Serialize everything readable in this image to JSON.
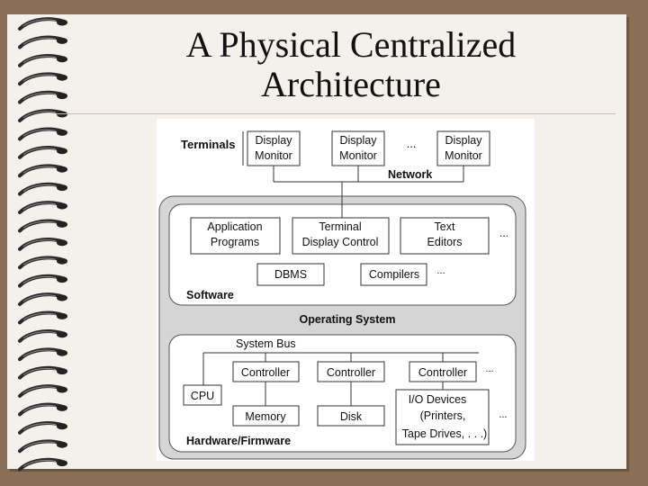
{
  "slide": {
    "title_line1": "A Physical Centralized",
    "title_line2": "Architecture"
  },
  "diagram": {
    "terminals_label": "Terminals",
    "terminals": [
      {
        "line1": "Display",
        "line2": "Monitor"
      },
      {
        "line1": "Display",
        "line2": "Monitor"
      },
      {
        "line1": "Display",
        "line2": "Monitor"
      }
    ],
    "ellipsis": "...",
    "network_label": "Network",
    "software": {
      "label": "Software",
      "top_boxes": [
        {
          "line1": "Application",
          "line2": "Programs"
        },
        {
          "line1": "Terminal",
          "line2": "Display Control"
        },
        {
          "line1": "Text",
          "line2": "Editors"
        }
      ],
      "bottom_boxes": [
        {
          "label": "DBMS"
        },
        {
          "label": "Compilers"
        }
      ]
    },
    "os_label": "Operating System",
    "hardware": {
      "label": "Hardware/Firmware",
      "bus_label": "System Bus",
      "controllers": [
        "Controller",
        "Controller",
        "Controller"
      ],
      "cpu": "CPU",
      "memory": "Memory",
      "disk": "Disk",
      "io_line1": "I/O Devices",
      "io_line2": "(Printers,",
      "io_line3": "Tape Drives, . . .)"
    }
  }
}
